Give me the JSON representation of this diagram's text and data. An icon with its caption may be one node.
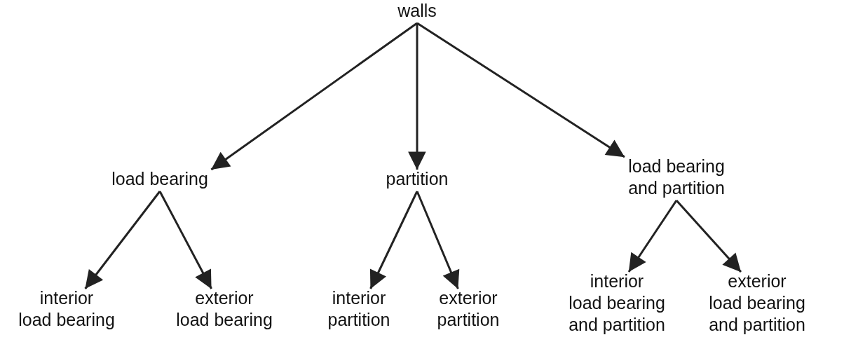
{
  "diagram": {
    "nodes": [
      {
        "text": [
          "walls"
        ]
      },
      {
        "text": [
          "load bearing"
        ]
      },
      {
        "text": [
          "partition"
        ]
      },
      {
        "text": [
          "load bearing and partition"
        ]
      },
      {
        "text": [
          "interior load bearing"
        ]
      },
      {
        "text": [
          "exterior load bearing"
        ]
      },
      {
        "text": [
          "interior partition"
        ]
      },
      {
        "text": [
          "exterior partition"
        ]
      },
      {
        "text": [
          "interior load bearing and partition"
        ]
      },
      {
        "text": [
          "exterior load bearing and partition"
        ]
      }
    ],
    "edges": [
      {
        "from": 0,
        "to": 1,
        "arrow": "to"
      },
      {
        "from": 0,
        "to": 2,
        "arrow": "to"
      },
      {
        "from": 0,
        "to": 3,
        "arrow": "to"
      },
      {
        "from": 1,
        "to": 4,
        "arrow": "to"
      },
      {
        "from": 1,
        "to": 5,
        "arrow": "to"
      },
      {
        "from": 2,
        "to": 6,
        "arrow": "to"
      },
      {
        "from": 2,
        "to": 7,
        "arrow": "to"
      },
      {
        "from": 3,
        "to": 8,
        "arrow": "to"
      },
      {
        "from": 3,
        "to": 9,
        "arrow": "to"
      }
    ]
  }
}
